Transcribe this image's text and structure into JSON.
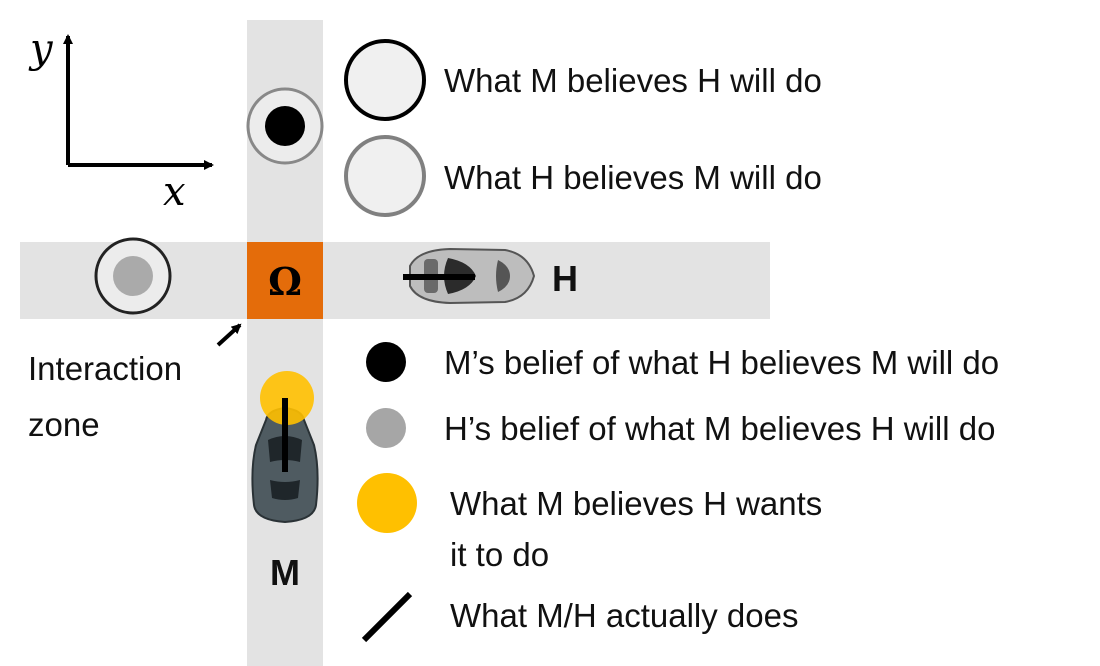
{
  "axes": {
    "y_label": "y",
    "x_label": "x"
  },
  "zone": {
    "symbol": "Ω",
    "label_line1": "Interaction",
    "label_line2": "zone",
    "color": "#e46c0a"
  },
  "cars": {
    "h_label": "H",
    "m_label": "M",
    "h_color": "#bdbdbd",
    "m_color": "#4f5b61"
  },
  "road_color": "#e3e3e3",
  "legend": [
    {
      "marker": "ring-black",
      "text": "What M believes H will do"
    },
    {
      "marker": "ring-gray",
      "text": "What H believes M will do"
    },
    {
      "marker": "dot-black",
      "text": "M’s belief of what H believes M will do"
    },
    {
      "marker": "dot-gray",
      "text": "H’s belief of what M believes H will do"
    },
    {
      "marker": "dot-yellow",
      "text_line1": "What M believes H wants",
      "text_line2": "it to do",
      "color": "#ffc000"
    },
    {
      "marker": "line-black",
      "text": "What M/H actually does"
    }
  ]
}
